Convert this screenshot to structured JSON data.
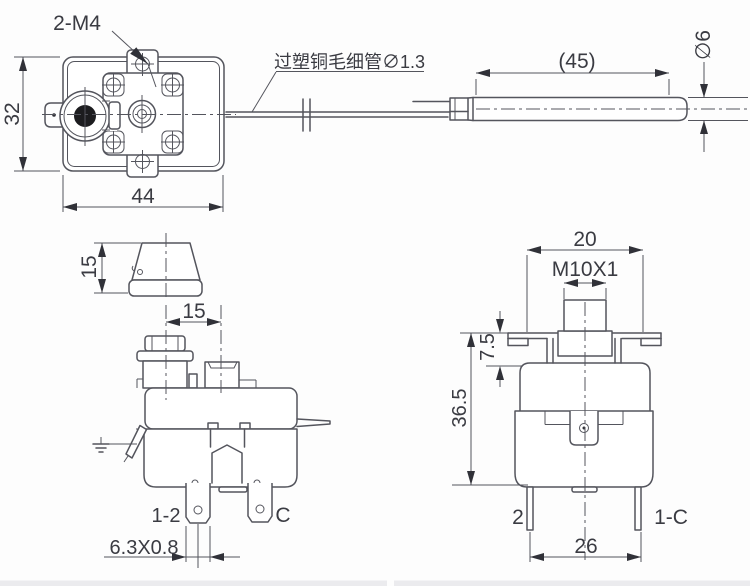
{
  "drawing_title": "capillary thermostat dimensional drawing",
  "colors": {
    "background": "#fdfdfd",
    "line": "#54555d",
    "text": "#3a3b42",
    "arrow": "#303138",
    "bottom_band": "#ebebee"
  },
  "views": {
    "top": {
      "thread_callout": "2-M4",
      "height": "32",
      "width": "44",
      "capillary_note": "过塑铜毛细管∅1.3",
      "bulb_length": "(45)",
      "bulb_diameter": "∅6"
    },
    "knob": {
      "height": "15"
    },
    "front": {
      "shaft_offset": "15",
      "terminal_left": "1-2",
      "terminal_right": "C",
      "terminal_size": "6.3X0.8"
    },
    "side": {
      "top_width": "20",
      "thread": "M10X1",
      "flange_offset": "7.5",
      "body_height": "36.5",
      "pin_left": "2",
      "pin_right": "1-C",
      "pin_spacing": "26"
    }
  }
}
